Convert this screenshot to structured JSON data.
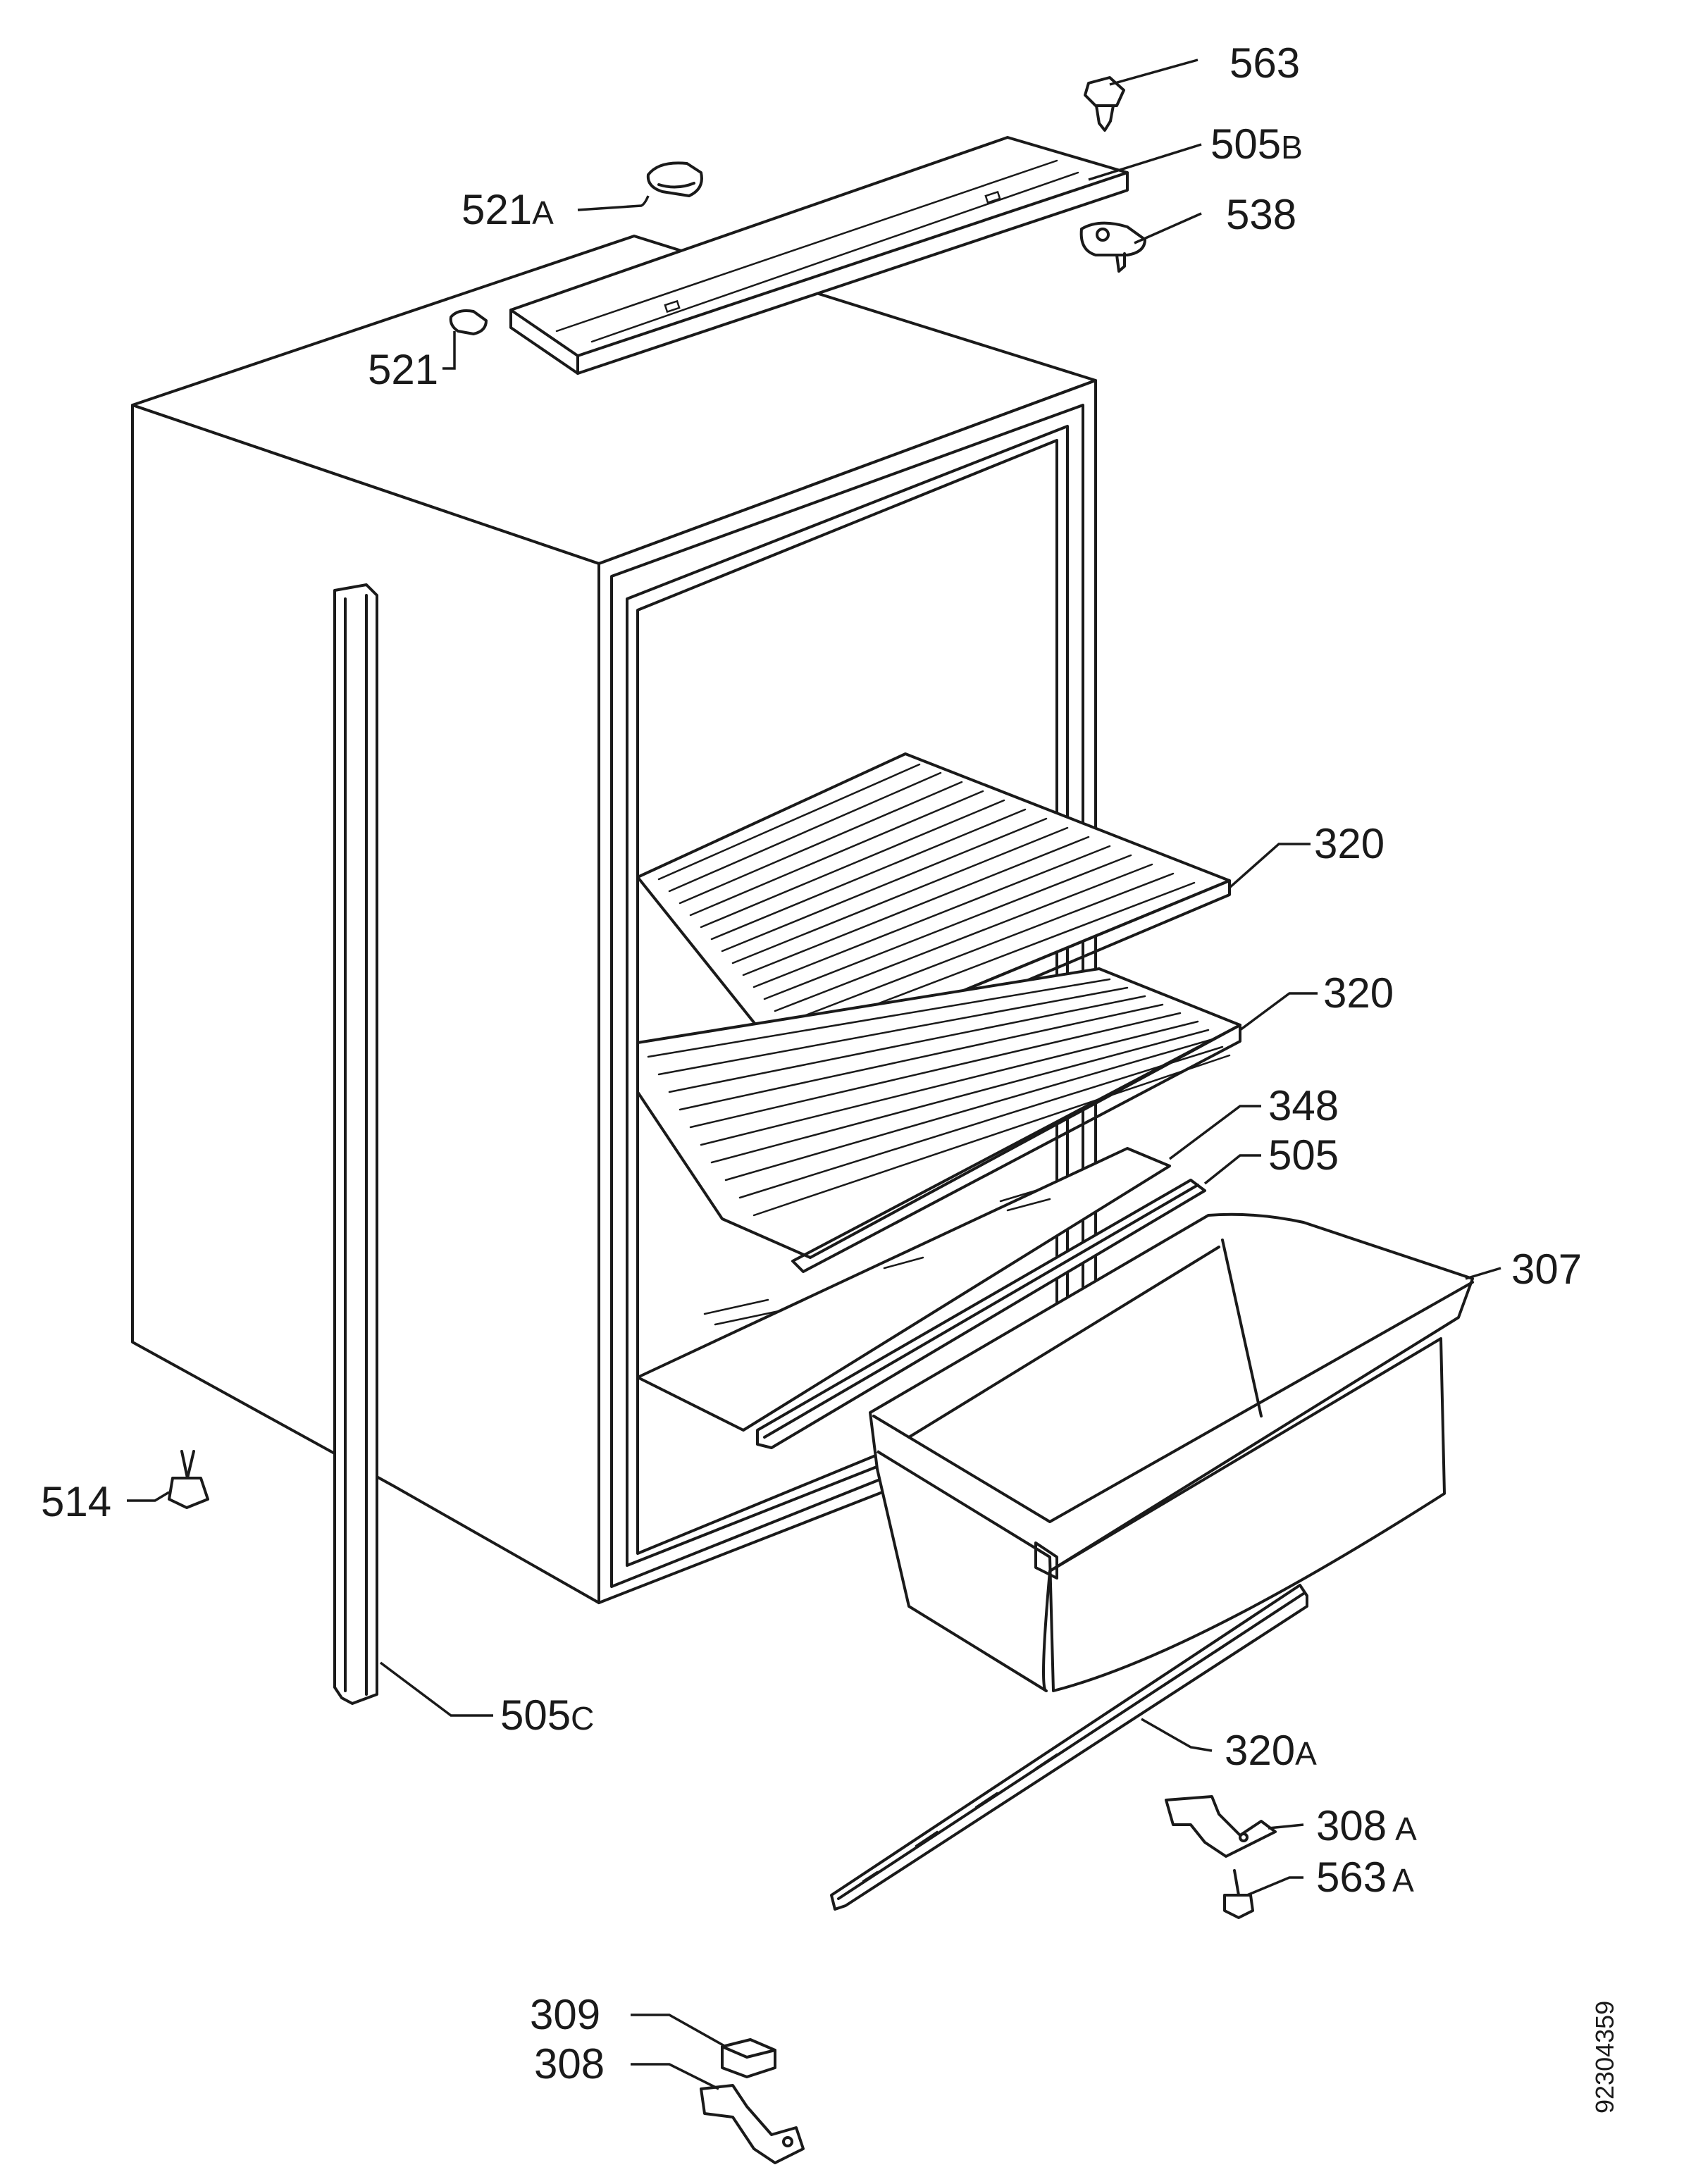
{
  "labels": {
    "p563": {
      "num": "563",
      "suffix": ""
    },
    "p505b": {
      "num": "505",
      "suffix": "B"
    },
    "p521a": {
      "num": "521",
      "suffix": "A"
    },
    "p538": {
      "num": "538",
      "suffix": ""
    },
    "p521": {
      "num": "521",
      "suffix": ""
    },
    "p320_upper": {
      "num": "320",
      "suffix": ""
    },
    "p320_lower": {
      "num": "320",
      "suffix": ""
    },
    "p348": {
      "num": "348",
      "suffix": ""
    },
    "p505": {
      "num": "505",
      "suffix": ""
    },
    "p307": {
      "num": "307",
      "suffix": ""
    },
    "p514": {
      "num": "514",
      "suffix": ""
    },
    "p505c": {
      "num": "505",
      "suffix": "C"
    },
    "p320a": {
      "num": "320",
      "suffix": "A"
    },
    "p308a": {
      "num": "308",
      "suffix": "A"
    },
    "p563a": {
      "num": "563",
      "suffix": "A"
    },
    "p309": {
      "num": "309",
      "suffix": ""
    },
    "p308": {
      "num": "308",
      "suffix": ""
    }
  },
  "document_id": "92304359"
}
